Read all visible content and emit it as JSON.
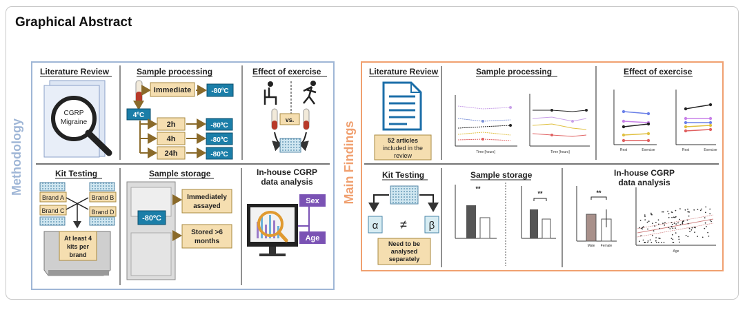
{
  "title": "Graphical Abstract",
  "methodology": {
    "side_label": "Methodology",
    "literature": {
      "title": "Literature Review",
      "doc_text1": "CGRP",
      "doc_text2": "Migraine"
    },
    "sample_processing": {
      "title": "Sample processing",
      "immediate": "Immediate",
      "minus80": "-80ºC",
      "four_c": "4ºC",
      "t2": "2h",
      "t4": "4h",
      "t24": "24h"
    },
    "exercise": {
      "title": "Effect of exercise",
      "vs": "vs."
    },
    "kit": {
      "title": "Kit Testing",
      "brand_a": "Brand A",
      "brand_b": "Brand B",
      "brand_c": "Brand C",
      "brand_d": "Brand D",
      "note1": "At least 4",
      "note2": "kits per",
      "note3": "brand"
    },
    "storage": {
      "title": "Sample storage",
      "freezer": "-80ºC",
      "opt1_l1": "Immediately",
      "opt1_l2": "assayed",
      "opt2_l1": "Stored >6",
      "opt2_l2": "months"
    },
    "analysis": {
      "title_l1": "In-house CGRP",
      "title_l2": "data analysis",
      "sex": "Sex",
      "age": "Age"
    }
  },
  "findings": {
    "side_label": "Main Findings",
    "literature": {
      "title": "Literature Review",
      "note1": "52 articles",
      "note2": "included in the",
      "note3": "review"
    },
    "sample_processing": {
      "title": "Sample processing",
      "x_label": "Time [hours]"
    },
    "exercise": {
      "title": "Effect of exercise",
      "tick_rest": "Rest",
      "tick_exercise": "Exercise"
    },
    "kit": {
      "title": "Kit Testing",
      "alpha": "α",
      "neq": "≠",
      "beta": "β",
      "note1": "Need to be",
      "note2": "analysed",
      "note3": "separately"
    },
    "storage": {
      "title": "Sample storage",
      "sig": "**"
    },
    "analysis": {
      "title_l1": "In-house CGRP",
      "title_l2": "data analysis",
      "sig": "**",
      "tick_male": "Male",
      "tick_female": "Female",
      "x_label": "Age"
    }
  },
  "colors": {
    "methodology_border": "#9fb6d6",
    "methodology_text": "#9fb6d6",
    "findings_border": "#f0a070",
    "findings_text": "#f0a070",
    "box_fill": "#f5deb0",
    "box_stroke": "#a88a40",
    "blue_box": "#1b7ea8",
    "arrow": "#8a6a2a",
    "purple": "#7a52b4",
    "light_blue": "#d7ecf2"
  }
}
